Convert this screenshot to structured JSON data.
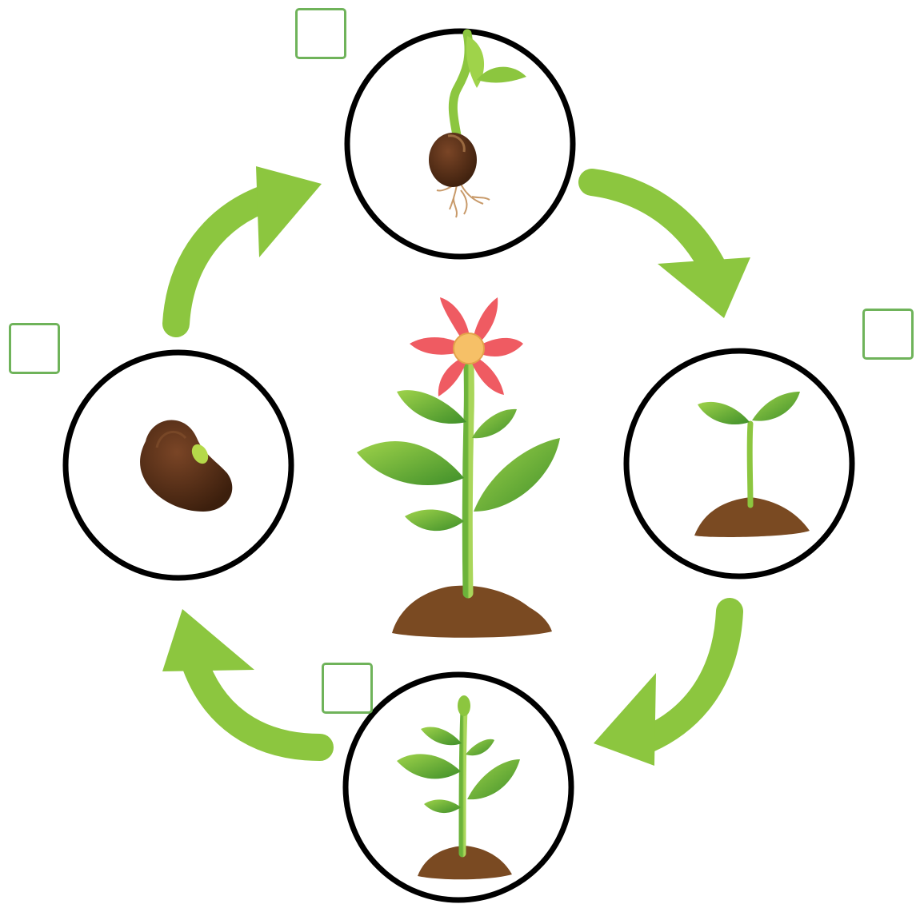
{
  "diagram": {
    "stages": [
      {
        "id": "seed",
        "icon": "bean-seed-icon"
      },
      {
        "id": "germination",
        "icon": "germinating-seed-icon"
      },
      {
        "id": "seedling",
        "icon": "seedling-icon"
      },
      {
        "id": "young-plant",
        "icon": "young-plant-icon"
      },
      {
        "id": "flowering-plant",
        "icon": "flowering-plant-icon"
      }
    ],
    "answer_boxes": [
      "",
      "",
      "",
      ""
    ],
    "colors": {
      "arrow": "#8cc63f",
      "answer_box_border": "#6fb35a",
      "circle_border": "#000000",
      "soil": "#7a4a22",
      "seed": "#6b3a1e",
      "leaf_light": "#8cc63f",
      "leaf_dark": "#4a9a2a",
      "petal": "#ef5b62",
      "flower_center": "#f6c067"
    }
  }
}
